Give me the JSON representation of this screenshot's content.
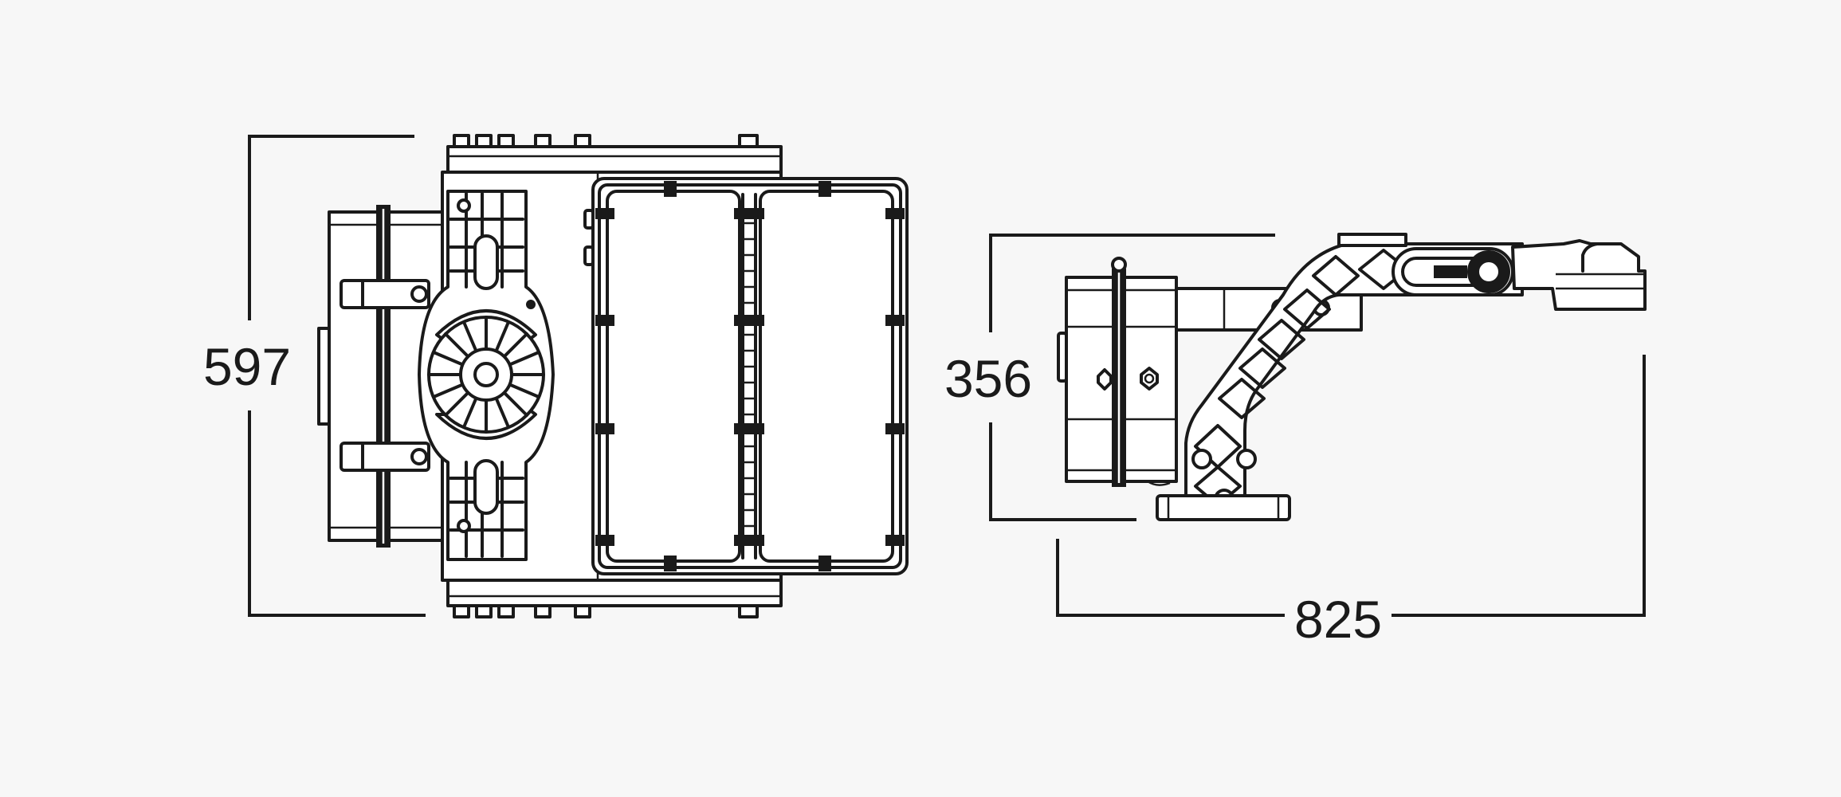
{
  "dimensions": {
    "height_front": "597",
    "height_side": "356",
    "length_side": "825"
  },
  "colors": {
    "background": "#f7f7f7",
    "line": "#1a1a1a"
  }
}
